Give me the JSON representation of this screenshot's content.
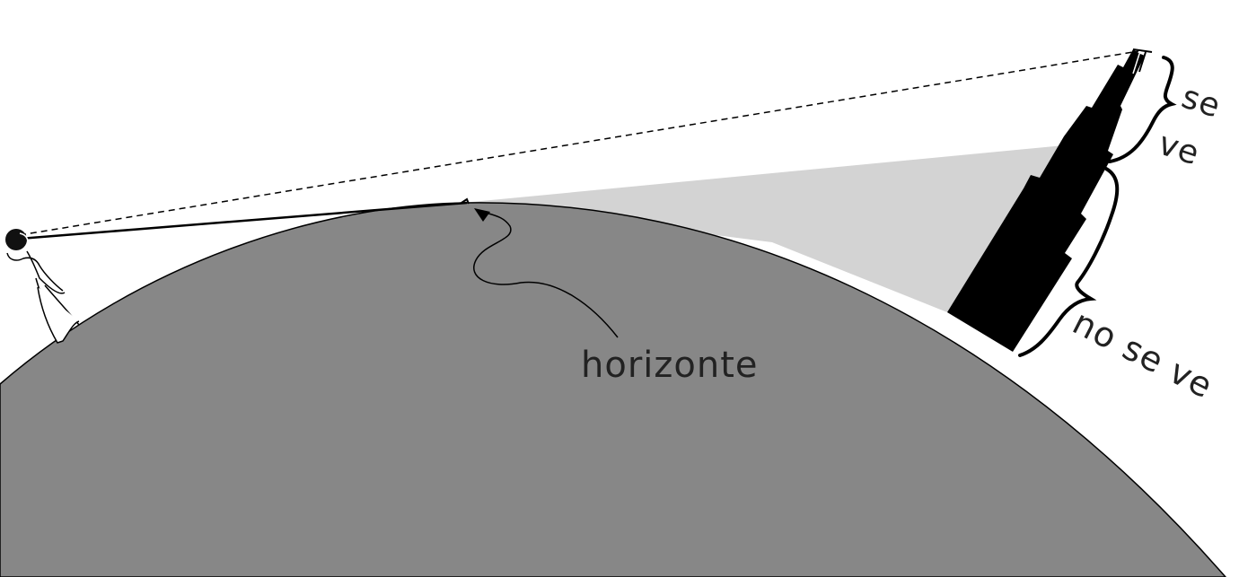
{
  "labels": {
    "horizon": "horizonte",
    "visible_top": "se",
    "visible_bottom": "ve",
    "hidden": "no se ve"
  },
  "colors": {
    "background": "#ffffff",
    "earth": "#878787",
    "shadow_zone": "#d3d3d3",
    "building": "#000000",
    "stroke": "#000000",
    "text": "#222222"
  },
  "icons": {
    "observer": "person-observer-icon",
    "building": "skyscraper-icon"
  }
}
